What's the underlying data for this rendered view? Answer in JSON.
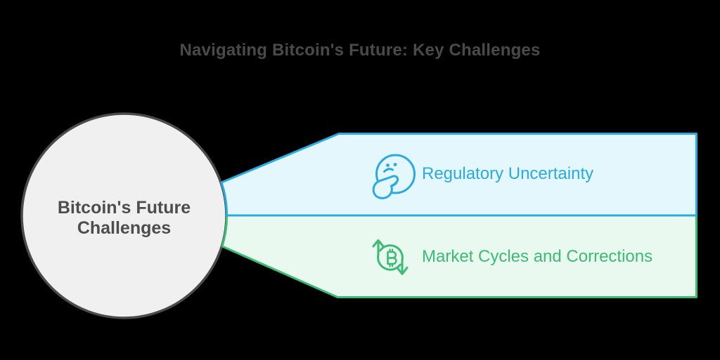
{
  "title": "Navigating Bitcoin's Future: Key Challenges",
  "center_node": {
    "label_lines": [
      "Bitcoin's Future",
      "Challenges"
    ],
    "fill": "#F0F0F0",
    "border": "#4B4B4B",
    "text_color": "#4D4D4D"
  },
  "branches": [
    {
      "label": "Regulatory Uncertainty",
      "icon": "thinking-face-icon",
      "accent": "#29ABE2",
      "fill": "#E4F7FD"
    },
    {
      "label": "Market Cycles and Corrections",
      "icon": "bitcoin-cycle-icon",
      "accent": "#3CBB75",
      "fill": "#E9F9F0"
    }
  ],
  "colors": {
    "background": "#000000",
    "title_text": "#4A4A4A"
  }
}
